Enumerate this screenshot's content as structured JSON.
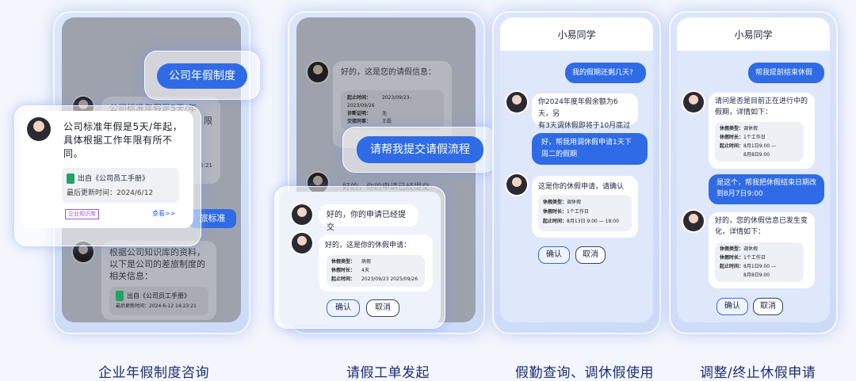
{
  "captions": [
    "企业年假制度咨询",
    "请假工单发起",
    "假勤查询、调休假使用",
    "调整/终止休假申请"
  ],
  "panel1": {
    "query_pill": "公司年假制度",
    "card_text": "公司标准年假是5天/年起，具体根据工作年限有所不同。",
    "source_label": "出自《公司员工手册》",
    "updated_label": "最后更新时间：2024/6/12",
    "tag_label": "企业知识库",
    "view_more": "查看>>",
    "bg_text_1": "公司标准年假是5天/年",
    "bg_text_1b": "限",
    "bg_text_3": "旅标准",
    "bg_reply": "根据公司知识库的资料，以下是公司的差旅制度的相关信息：",
    "bg_source": "出自《公司员工手册》",
    "bg_updated": "最后更新时间：2024-6-12 14:23:21",
    "bg_small": "5:21"
  },
  "panel2": {
    "bg_reply": "好的，这是您的请假信息：",
    "bg_info": [
      {
        "k": "起止时间：",
        "v": "2023/09/23-2023/09/26"
      },
      {
        "k": "诊断证明：",
        "v": "无"
      },
      {
        "k": "交接同事：",
        "v": "王磊"
      }
    ],
    "bg_partial": "好的，你的申请已经提交",
    "request_pill": "请帮我提交请假流程",
    "msg_submitted": "好的，你的申请已经提交",
    "msg_form_intro": "好的，这是你的休假申请：",
    "form": [
      {
        "k": "休假类型：",
        "v": "病假"
      },
      {
        "k": "休假时长：",
        "v": "4天"
      },
      {
        "k": "起止时间：",
        "v": "2023/09/23 2025/09/26"
      }
    ],
    "confirm": "确认",
    "cancel": "取消"
  },
  "panel3": {
    "title": "小易同学",
    "user_q1": "我的假期还剩几天?",
    "bot_a1_line1": "你2024年度年假余额为6天，另",
    "bot_a1_line2": "有3天调休假即将于10月底过期",
    "user_q2": "好，帮我用调休假申请1天下周二的假期",
    "bot_a2": "这是你的休假申请，请确认",
    "form": [
      {
        "k": "休假类型：",
        "v": "调休假"
      },
      {
        "k": "休假时长：",
        "v": "1个工作日"
      },
      {
        "k": "起止时间：",
        "v": "8月13日 9:00 — 18:00"
      }
    ],
    "confirm": "确认",
    "cancel": "取消"
  },
  "panel4": {
    "title": "小易同学",
    "user_q1": "帮我提前结束休假",
    "bot_a1": "请问是否是目前正在进行中的假期，详情如下：",
    "form1": [
      {
        "k": "休假类型：",
        "v": "调休假"
      },
      {
        "k": "休假时长：",
        "v": "1个工作日"
      },
      {
        "k": "起止时间：",
        "v": "8月1日9:00 —"
      },
      {
        "k": "",
        "v": "8月8日9:00"
      }
    ],
    "user_q2": "是这个，帮我把休假结束日期改到8月7日9:00",
    "bot_a2": "好的，您的休假信息已发生变化，详情如下：",
    "form2": [
      {
        "k": "休假类型：",
        "v": "调休假"
      },
      {
        "k": "休假时长：",
        "v": "1个工作日"
      },
      {
        "k": "起止时间：",
        "v": "8月1日9:00 —"
      },
      {
        "k": "",
        "v": "8月8日9:00"
      }
    ],
    "confirm": "确认",
    "cancel": "取消"
  }
}
